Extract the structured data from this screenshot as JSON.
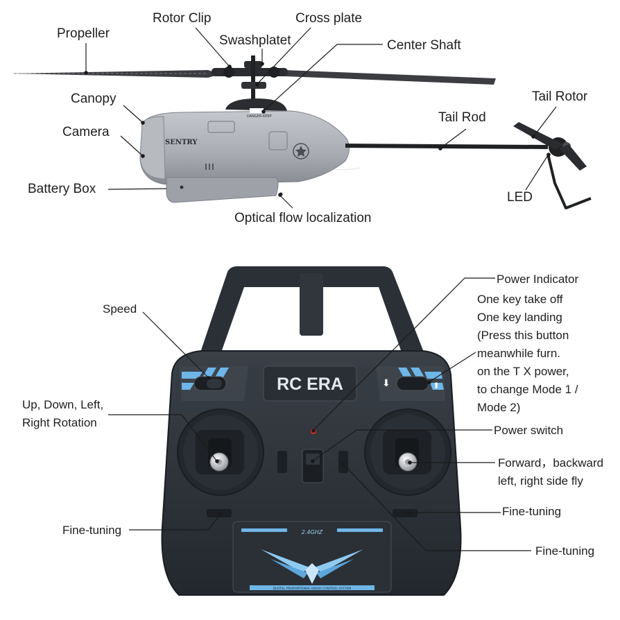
{
  "helicopter": {
    "labels": {
      "propeller": "Propeller",
      "rotor_clip": "Rotor Clip",
      "cross_plate": "Cross plate",
      "swashplate": "Swashplatet",
      "center_shaft": "Center Shaft",
      "canopy": "Canopy",
      "camera": "Camera",
      "battery_box": "Battery Box",
      "optical_flow": "Optical flow localization",
      "tail_rod": "Tail Rod",
      "tail_rotor": "Tail Rotor",
      "led": "LED"
    },
    "body_markings": {
      "brand": "SENTRY",
      "warning": "DANGER KEEP"
    }
  },
  "controller": {
    "labels": {
      "speed": "Speed",
      "power_indicator": "Power Indicator",
      "one_key_lines": [
        "One key take off",
        "One key landing",
        "(Press this button",
        "meanwhile furn.",
        "on the T X power,",
        "to change Mode 1 /",
        "Mode 2)"
      ],
      "left_stick_lines": [
        "Up, Down, Left,",
        "Right Rotation"
      ],
      "power_switch": "Power switch",
      "right_stick_lines": [
        "Forward，backward",
        "left, right side fly"
      ],
      "fine_tuning_left": "Fine-tuning",
      "fine_tuning_right": "Fine-tuning",
      "fine_tuning_bottom": "Fine-tuning"
    },
    "face_text": {
      "brand": "RC ERA",
      "frequency": "2.4GHZ",
      "system": "DIGITAL PROPORTIONAL RADIO CONTROL SYSTEM"
    }
  },
  "colors": {
    "helicopter_body": "#a9adb3",
    "controller_body": "#2f353c",
    "accent_blue": "#6fb6e8",
    "leader_line": "#1a1a1a"
  }
}
